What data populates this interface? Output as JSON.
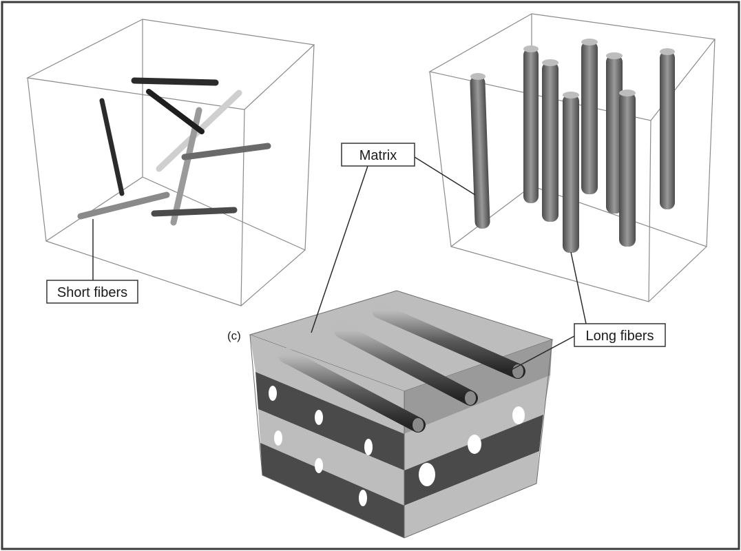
{
  "labels": {
    "short_fibers": "Short fibers",
    "matrix": "Matrix",
    "long_fibers": "Long fibers",
    "panel_c": "(c)"
  },
  "colors": {
    "frame": "#3a3a3a",
    "wireframe": "#8a8a8a",
    "fiber_dark": "#2b2b2b",
    "fiber_mid": "#777777",
    "fiber_light": "#cfcfcf",
    "matrix_light": "#bdbdbd",
    "matrix_dark": "#4a4a4a",
    "hole": "#ffffff"
  }
}
